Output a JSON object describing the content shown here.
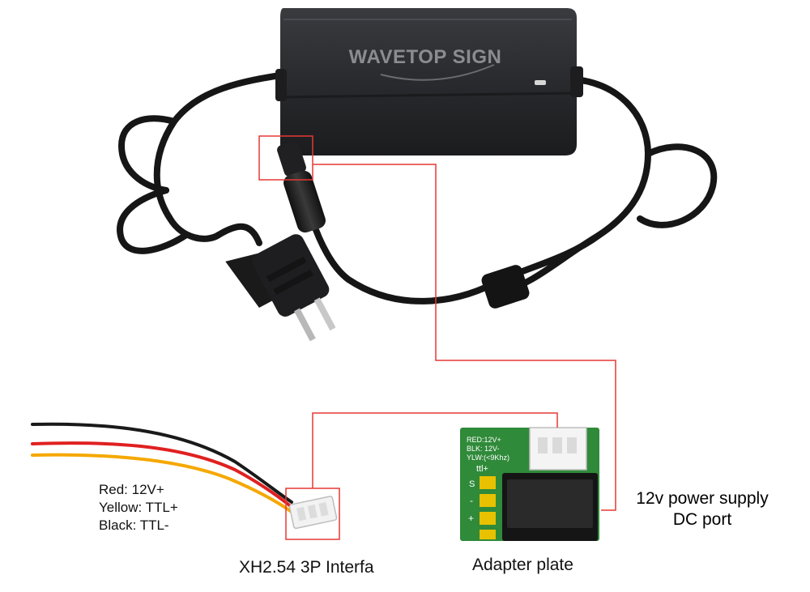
{
  "brand": {
    "logo_text": "WAVETOP SIGN"
  },
  "wire_labels": [
    "Red: 12V+",
    "Yellow: TTL+",
    "Black: TTL-"
  ],
  "captions": {
    "connector": "XH2.54 3P Interfa",
    "adapter": "Adapter plate",
    "power_line1": "12v power supply",
    "power_line2": "DC port"
  },
  "board_text": {
    "red": "RED:12V+",
    "blk": "BLK: 12V-",
    "ylw": "YLW:(<9Khz)",
    "ttl": "ttl+",
    "pin_s": "S",
    "pin_minus": "-",
    "pin_plus": "+"
  },
  "colors": {
    "callout_line": "#e53935",
    "adapter_body": "#2b2c2f",
    "board_green": "#2f8a3a",
    "wire_red": "#e02020",
    "wire_yellow": "#f5a800",
    "wire_black": "#1a1a1a"
  }
}
